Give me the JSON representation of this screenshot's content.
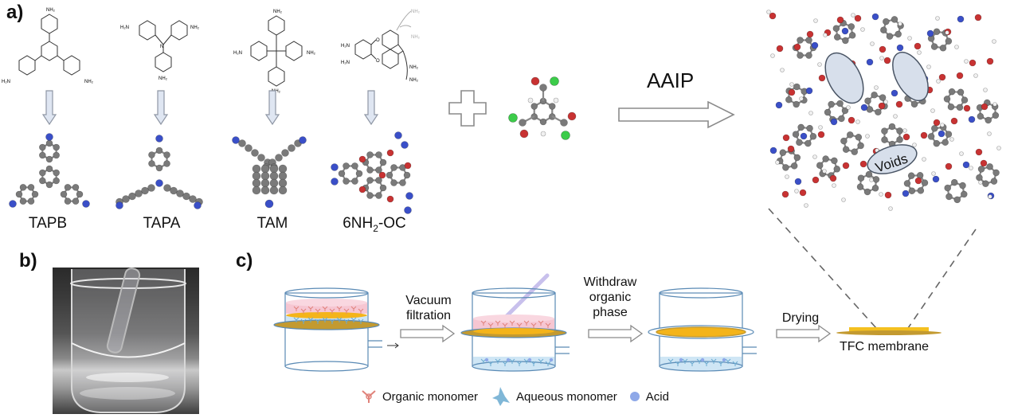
{
  "figure": {
    "panels": {
      "a": {
        "label": "a)",
        "monomers": [
          {
            "name": "TAPB",
            "structure_labels": [
              "NH2",
              "H2N",
              "NH2"
            ]
          },
          {
            "name": "TAPA",
            "structure_labels": [
              "H2N",
              "NH2",
              "NH2"
            ]
          },
          {
            "name": "TAM",
            "structure_labels": [
              "NH2",
              "H2N",
              "NH2",
              "NH2"
            ]
          },
          {
            "name_main": "6NH",
            "name_sub": "2",
            "name_tail": "-OC",
            "structure_labels": [
              "H2N",
              "H2N",
              "NH2",
              "NH2",
              "NH2",
              "NH2"
            ]
          }
        ],
        "plus_symbol": "+",
        "reaction_label": "AAIP",
        "network_annotation": "Voids"
      },
      "b": {
        "label": "b)"
      },
      "c": {
        "label": "c)",
        "steps": [
          {
            "label_lines": [
              "Vacuum",
              "filtration"
            ]
          },
          {
            "label_lines": [
              "Withdraw",
              "organic",
              "phase"
            ]
          },
          {
            "label_lines": [
              "Drying"
            ]
          }
        ],
        "product_label": "TFC membrane",
        "legend": [
          {
            "icon": "organic-monomer-icon",
            "label": "Organic monomer",
            "color": "#e0827a"
          },
          {
            "icon": "aqueous-monomer-icon",
            "label": "Aqueous monomer",
            "color": "#6aaad0"
          },
          {
            "icon": "acid-icon",
            "label": "Acid",
            "color": "#8ea8e8"
          }
        ]
      }
    },
    "colors": {
      "carbon": "#7a7a7a",
      "nitrogen": "#3a4fc8",
      "oxygen": "#c83232",
      "chlorine": "#3ccc4a",
      "hydrogen": "#f0f0f0",
      "arrow_fill": "#dfe6f2",
      "arrow_stroke": "#8f97a5",
      "organic_phase": "#f6c6d2",
      "membrane": "#f4b41a",
      "support": "#c39a30",
      "aqueous_phase": "#cfe6f5",
      "vessel_outline": "#5a8ab5"
    }
  }
}
